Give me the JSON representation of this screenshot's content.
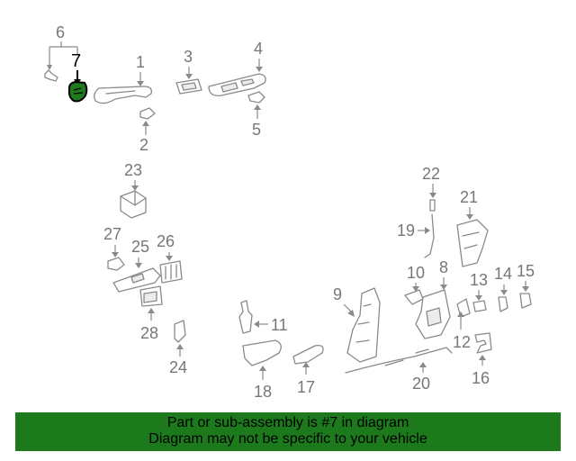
{
  "callouts": {
    "c1": "1",
    "c2": "2",
    "c3": "3",
    "c4": "4",
    "c5": "5",
    "c6": "6",
    "c7": "7",
    "c8": "8",
    "c9": "9",
    "c10": "10",
    "c11": "11",
    "c12": "12",
    "c13": "13",
    "c14": "14",
    "c15": "15",
    "c16": "16",
    "c17": "17",
    "c18": "18",
    "c19": "19",
    "c20": "20",
    "c21": "21",
    "c22": "22",
    "c23": "23",
    "c24": "24",
    "c25": "25",
    "c26": "26",
    "c27": "27",
    "c28": "28"
  },
  "highlight": {
    "part": "7",
    "color": "#000000"
  },
  "banner": {
    "line1": "Part or sub-assembly is #7 in diagram",
    "line2": "Diagram may not be specific to your vehicle",
    "background": "#1c7a1c"
  }
}
